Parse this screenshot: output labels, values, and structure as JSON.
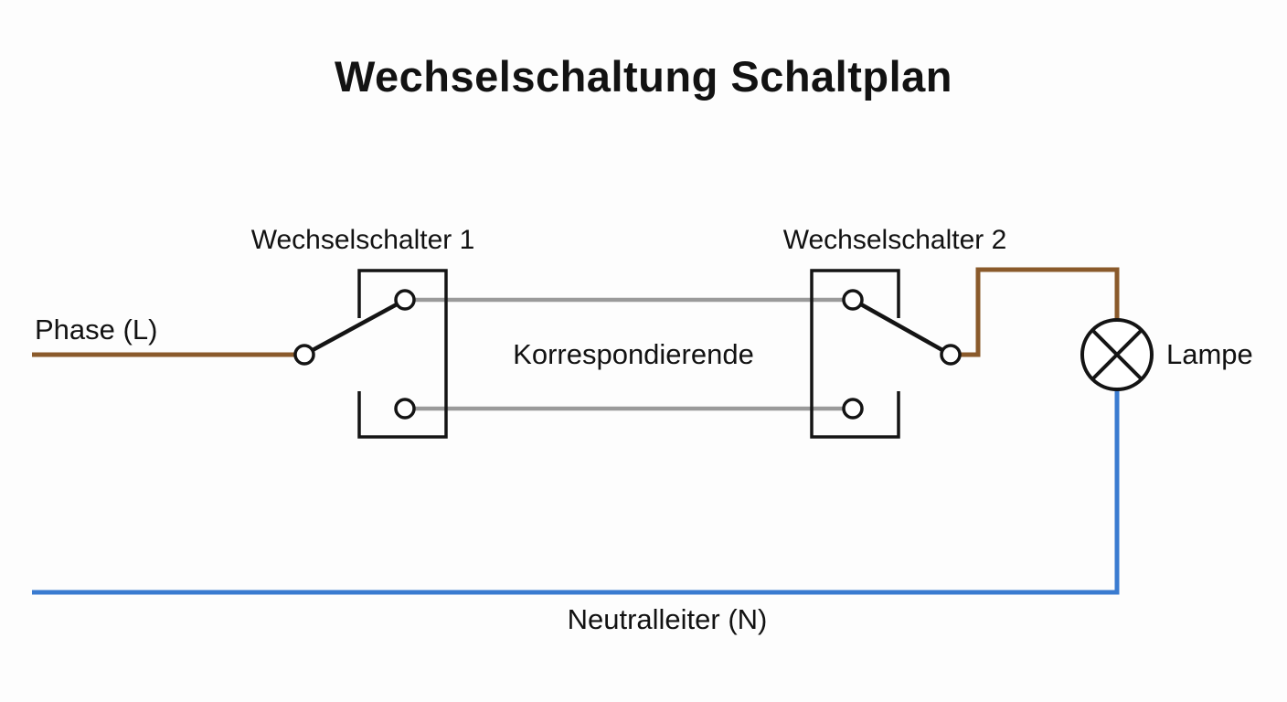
{
  "diagram": {
    "title": "Wechselschaltung Schaltplan",
    "labels": {
      "switch1": "Wechselschalter 1",
      "switch2": "Wechselschalter 2",
      "phase": "Phase (L)",
      "travelers": "Korrespondierende",
      "lamp": "Lampe",
      "neutral": "Neutralleiter (N)"
    },
    "colors": {
      "phase_wire": "#8a5a2b",
      "traveler_wire": "#9a9a9a",
      "neutral_wire": "#3a7bd0",
      "outline": "#141414",
      "background": "#fdfdfd"
    }
  }
}
